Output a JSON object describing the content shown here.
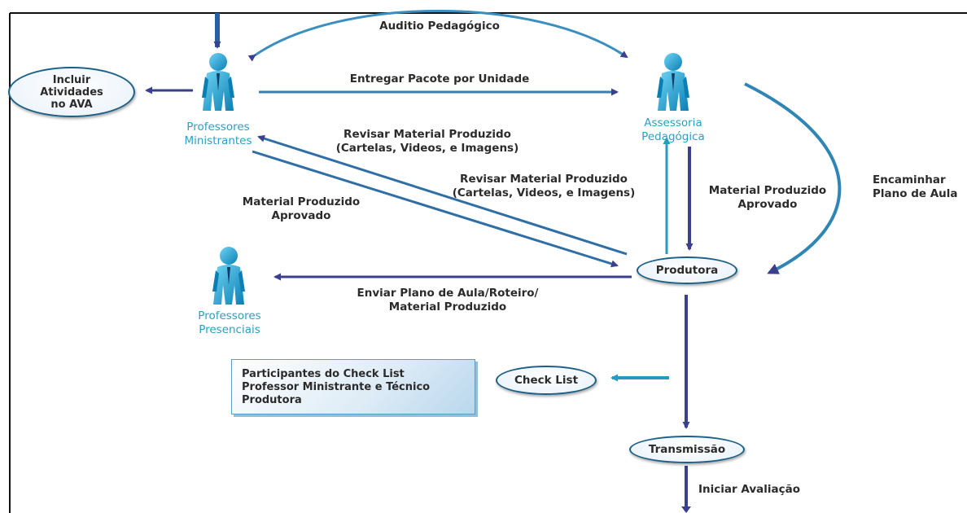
{
  "nodes": {
    "incluir_atividades": [
      "Incluir",
      "Atividades",
      "no AVA"
    ],
    "professores_ministrantes": [
      "Professores",
      "Ministrantes"
    ],
    "assessoria_pedagogica": [
      "Assessoria",
      "Pedagógica"
    ],
    "professores_presenciais": [
      "Professores",
      "Presenciais"
    ],
    "produtora": "Produtora",
    "check_list": "Check List",
    "transmissao": "Transmissão"
  },
  "note_box": {
    "lines": [
      "Participantes do Check List",
      "Professor Ministrante e Técnico",
      "Produtora"
    ]
  },
  "edges": {
    "auditoria": "Auditio Pedagógico",
    "entregar_pacote": "Entregar Pacote por Unidade",
    "revisar_1": [
      "Revisar Material Produzido",
      "(Cartelas, Videos, e Imagens)"
    ],
    "revisar_2": [
      "Revisar Material Produzido",
      "(Cartelas, Videos, e Imagens)"
    ],
    "material_aprovado_left": [
      "Material Produzido",
      "Aprovado"
    ],
    "material_aprovado_right": [
      "Material Produzido",
      "Aprovado"
    ],
    "encaminhar": [
      "Encaminhar",
      "Plano de Aula"
    ],
    "enviar_plano": [
      "Enviar Plano de Aula/Roteiro/",
      "Material Produzido"
    ],
    "iniciar_avaliacao": "Iniciar Avaliação"
  },
  "colors": {
    "dark_arrow": "#3a3f8f",
    "light_arrow": "#2a9ac0",
    "role_text": "#2aa0c4",
    "figure": "#1f9fd0"
  },
  "icons": [
    "person-icon"
  ]
}
